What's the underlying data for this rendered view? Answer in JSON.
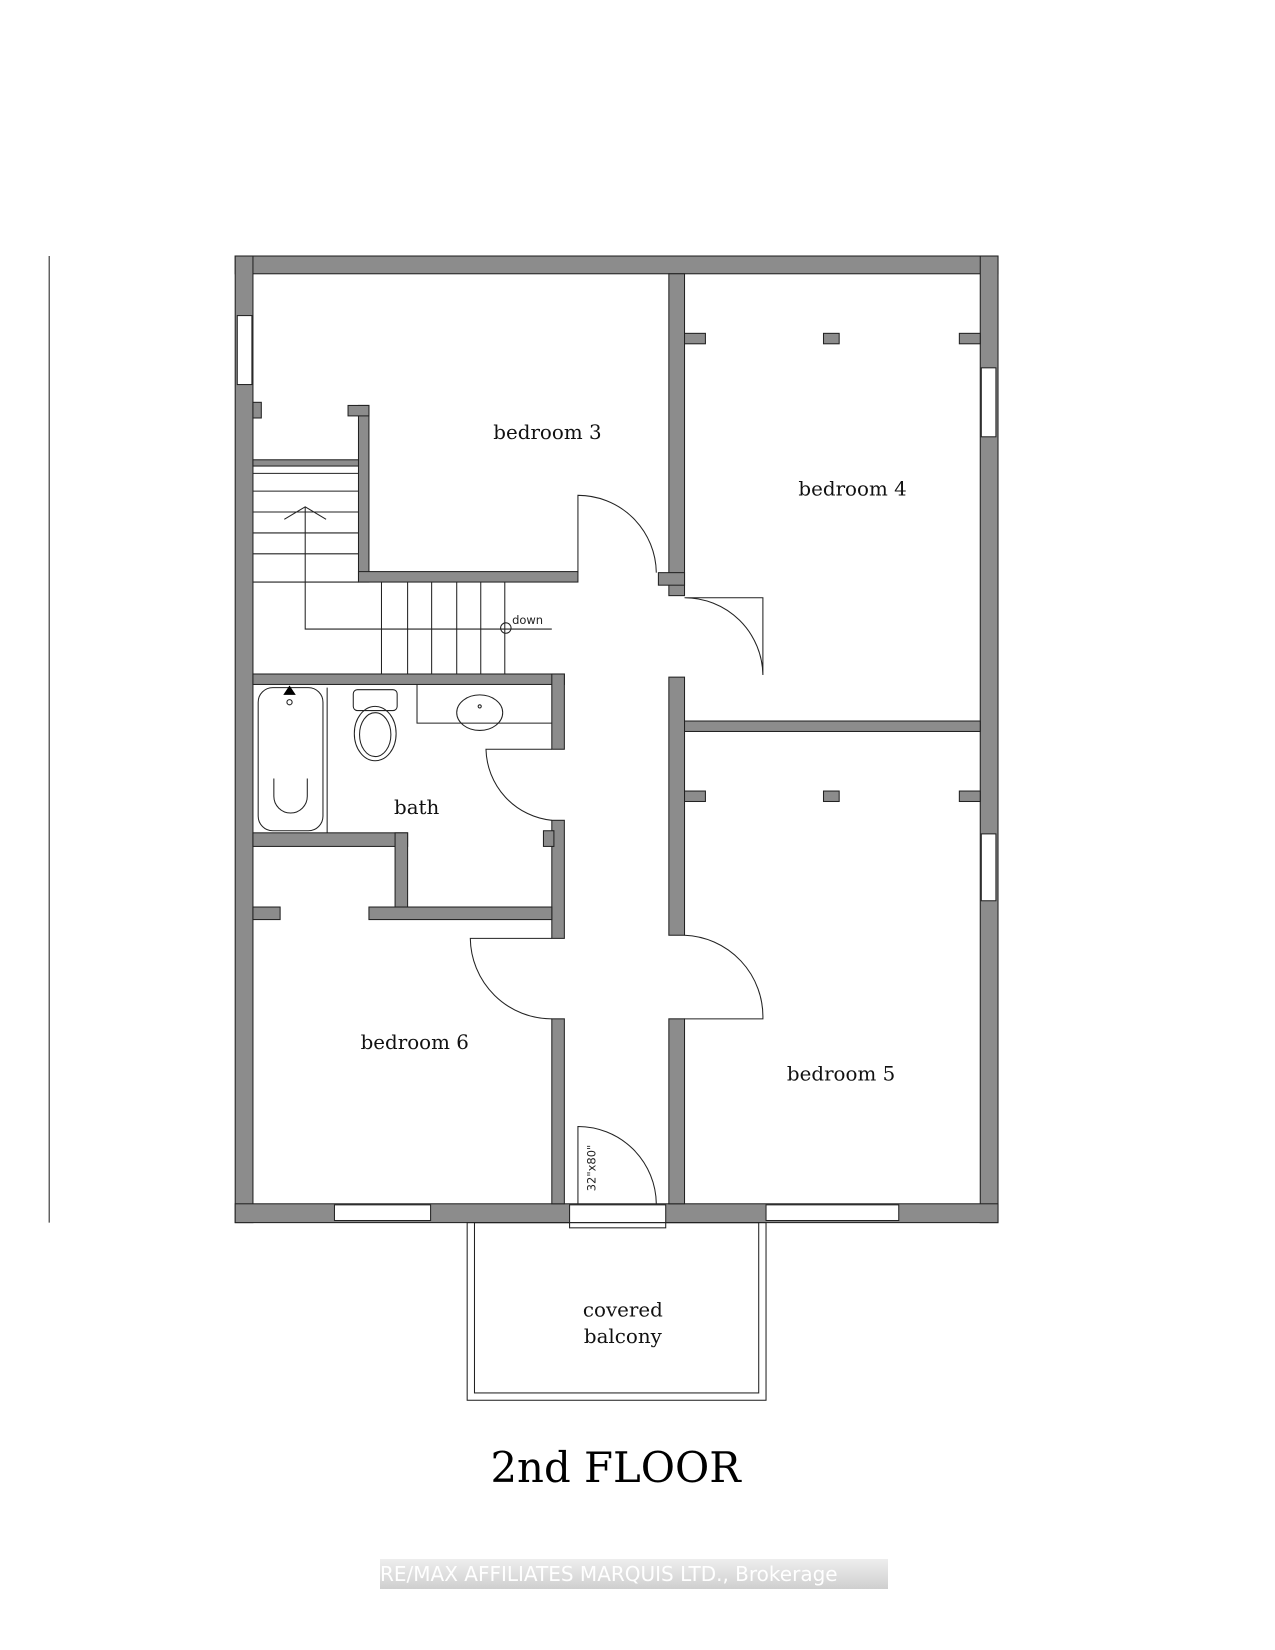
{
  "title": "2nd FLOOR",
  "rooms": {
    "bedroom3": "bedroom 3",
    "bedroom4": "bedroom 4",
    "bedroom5": "bedroom 5",
    "bedroom6": "bedroom 6",
    "bath": "bath",
    "balcony_line1": "covered",
    "balcony_line2": "balcony"
  },
  "stairs_label": "down",
  "door_size": "32\"x80\"",
  "watermark": "RE/MAX AFFILIATES MARQUIS LTD., Brokerage"
}
